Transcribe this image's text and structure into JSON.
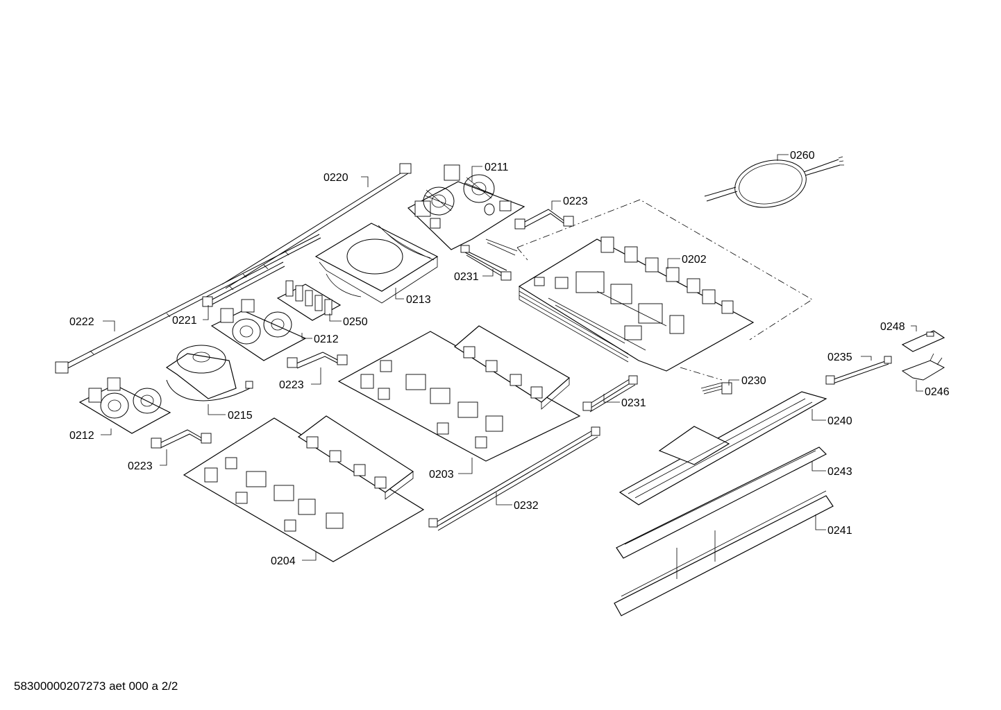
{
  "document_id": "58300000207273 aet 000 a 2/2",
  "callouts": {
    "c0220": "0220",
    "c0211": "0211",
    "c0223a": "0223",
    "c0260": "0260",
    "c0202": "0202",
    "c0231a": "0231",
    "c0213": "0213",
    "c0222": "0222",
    "c0221": "0221",
    "c0250": "0250",
    "c0212a": "0212",
    "c0223b": "0223",
    "c0215": "0215",
    "c0212b": "0212",
    "c0223c": "0223",
    "c0248": "0248",
    "c0235": "0235",
    "c0246": "0246",
    "c0230": "0230",
    "c0231b": "0231",
    "c0240": "0240",
    "c0203": "0203",
    "c0243": "0243",
    "c0232": "0232",
    "c0241": "0241",
    "c0204": "0204"
  }
}
